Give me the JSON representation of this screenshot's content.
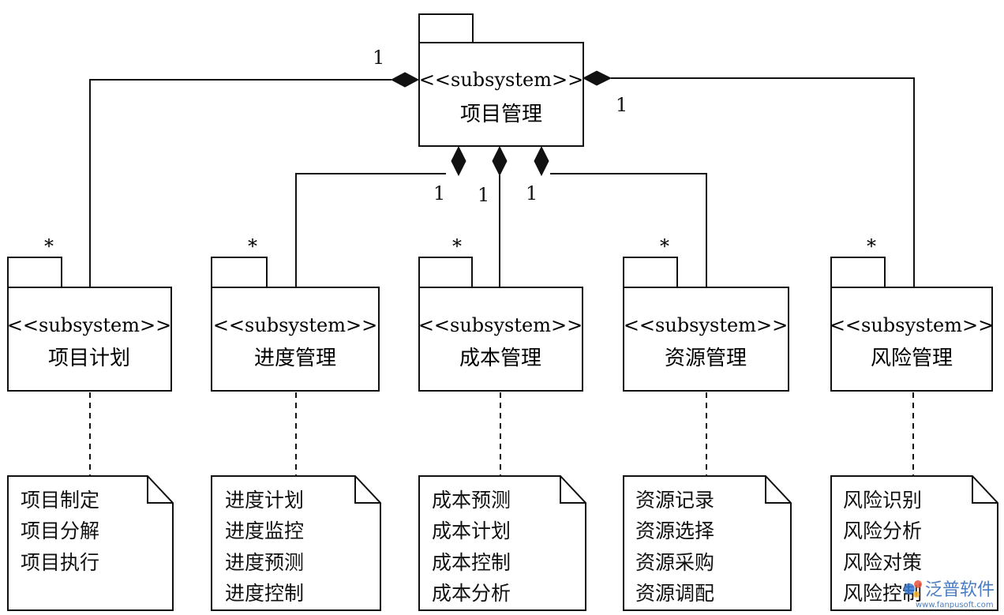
{
  "root": {
    "stereotype": "<<subsystem>>",
    "name": "项目管理"
  },
  "subsystems": [
    {
      "stereotype": "<<subsystem>>",
      "name": "项目计划",
      "multiplicity": "*",
      "root_multiplicity": "1",
      "note": [
        "项目制定",
        "项目分解",
        "项目执行"
      ]
    },
    {
      "stereotype": "<<subsystem>>",
      "name": "进度管理",
      "multiplicity": "*",
      "root_multiplicity": "1",
      "note": [
        "进度计划",
        "进度监控",
        "进度预测",
        "进度控制"
      ]
    },
    {
      "stereotype": "<<subsystem>>",
      "name": "成本管理",
      "multiplicity": "*",
      "root_multiplicity": "1",
      "note": [
        "成本预测",
        "成本计划",
        "成本控制",
        "成本分析"
      ]
    },
    {
      "stereotype": "<<subsystem>>",
      "name": "资源管理",
      "multiplicity": "*",
      "root_multiplicity": "1",
      "note": [
        "资源记录",
        "资源选择",
        "资源采购",
        "资源调配"
      ]
    },
    {
      "stereotype": "<<subsystem>>",
      "name": "风险管理",
      "multiplicity": "*",
      "root_multiplicity": "1",
      "note": [
        "风险识别",
        "风险分析",
        "风险对策",
        "风险控制"
      ]
    }
  ],
  "watermark": {
    "text": "泛普软件",
    "url": "www.fanpusoft.com"
  }
}
